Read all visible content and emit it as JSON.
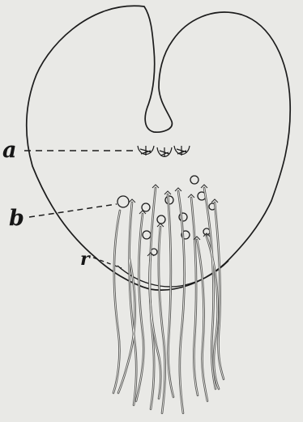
{
  "figure": {
    "labels": {
      "a": "a",
      "b": "b",
      "r": "r"
    },
    "colors": {
      "paper": "#e9e9e6",
      "ink": "#1c1c1c",
      "hair": "#6a6a68"
    },
    "icon": "prothallium-illustration"
  }
}
